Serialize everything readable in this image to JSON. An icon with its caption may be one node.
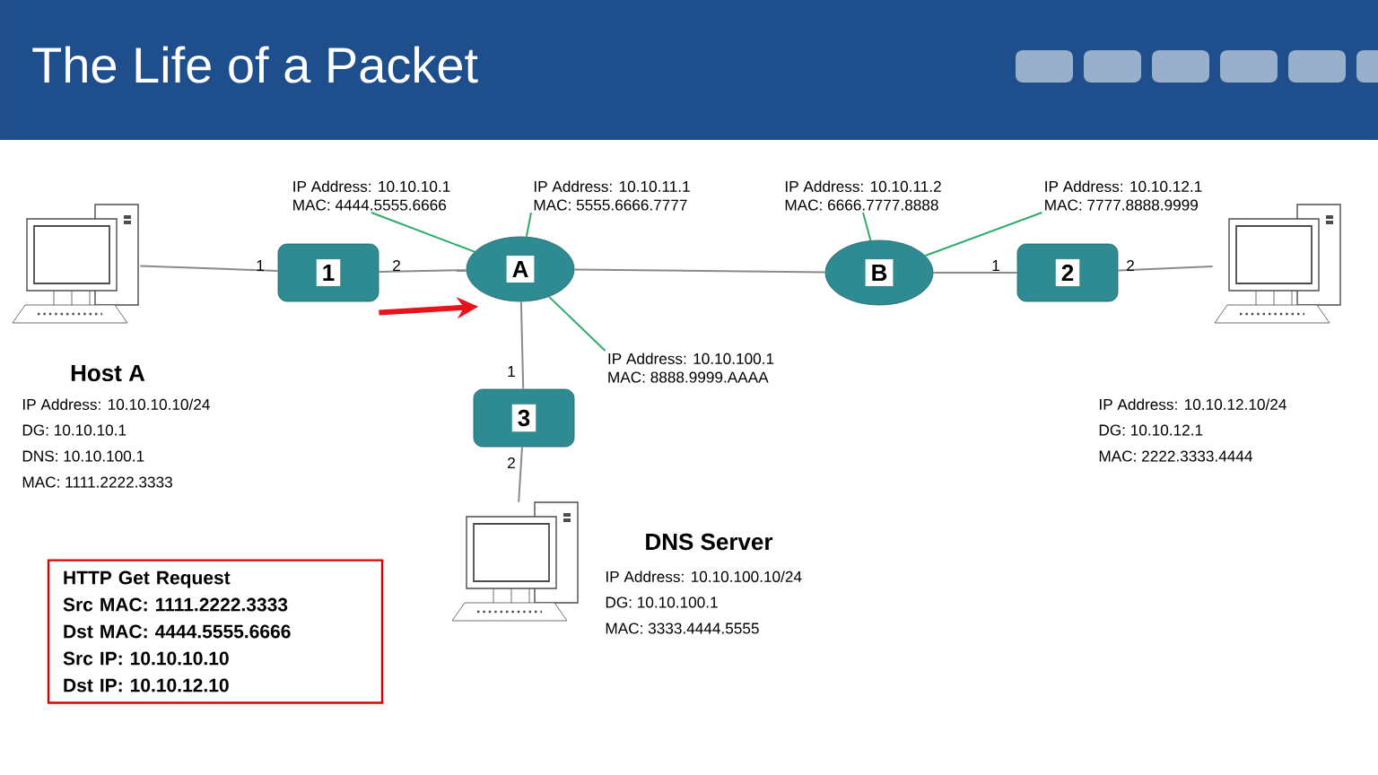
{
  "diagram": {
    "title": "The Life of a Packet",
    "nodes": [
      {
        "text": [
          "Host A"
        ],
        "beside": [
          "IP Address: 10.10.10.10/24",
          "DG: 10.10.10.1",
          "DNS: 10.10.100.1",
          "MAC: 1111.2222.3333"
        ]
      },
      {
        "text": [
          "1"
        ]
      },
      {
        "text": [
          "A"
        ]
      },
      {
        "text": [
          "B"
        ]
      },
      {
        "text": [
          "2"
        ]
      },
      {
        "text": [],
        "shape": "picture",
        "beside": [
          "IP Address: 10.10.12.10/24",
          "DG: 10.10.12.1",
          "MAC: 2222.3333.4444"
        ]
      },
      {
        "text": [
          "3"
        ]
      },
      {
        "text": [
          "DNS Server",
          "IP Address: 10.10.100.10/24",
          "DG: 10.10.100.1",
          "MAC: 3333.4444.5555"
        ]
      },
      {
        "text": [
          "HTTP Get Request",
          "Src MAC: 1111.2222.3333",
          "Dst MAC: 4444.5555.6666",
          "Src IP: 10.10.10.10",
          "Dst IP: 10.10.12.10"
        ]
      },
      {
        "text": [
          "IP Address: 10.10.10.1",
          "MAC: 4444.5555.6666"
        ]
      },
      {
        "text": [
          "IP Address: 10.10.11.1",
          "MAC: 5555.6666.7777"
        ]
      },
      {
        "text": [
          "IP Address: 10.10.11.2",
          "MAC: 6666.7777.8888"
        ]
      },
      {
        "text": [
          "IP Address: 10.10.12.1",
          "MAC: 7777.8888.9999"
        ]
      },
      {
        "text": [
          "IP Address: 10.10.100.1",
          "MAC: 8888.9999.AAAA"
        ]
      }
    ],
    "edges": [
      {
        "from": 0,
        "to": 1,
        "arrow": "none"
      },
      {
        "from": 1,
        "to": 2,
        "arrow": "none"
      },
      {
        "from": 2,
        "to": 3,
        "arrow": "none"
      },
      {
        "from": 3,
        "to": 4,
        "arrow": "none"
      },
      {
        "from": 4,
        "to": 5,
        "arrow": "none"
      },
      {
        "from": 2,
        "to": 6,
        "arrow": "none"
      },
      {
        "from": 6,
        "to": 7,
        "arrow": "none"
      },
      {
        "from": 1,
        "to": 2,
        "arrow": "to",
        "style": "thick",
        "color": "#e8141b"
      },
      {
        "from": 9,
        "to": 2,
        "arrow": "none",
        "color": "#2eaa6a"
      },
      {
        "from": 10,
        "to": 2,
        "arrow": "none",
        "color": "#2eaa6a"
      },
      {
        "from": 11,
        "to": 3,
        "arrow": "none",
        "color": "#2eaa6a"
      },
      {
        "from": 12,
        "to": 3,
        "arrow": "none",
        "color": "#2eaa6a"
      },
      {
        "from": 13,
        "to": 2,
        "arrow": "none",
        "color": "#2eaa6a"
      }
    ],
    "labels": [
      "1",
      "2",
      "1",
      "2",
      "1",
      "2"
    ]
  }
}
